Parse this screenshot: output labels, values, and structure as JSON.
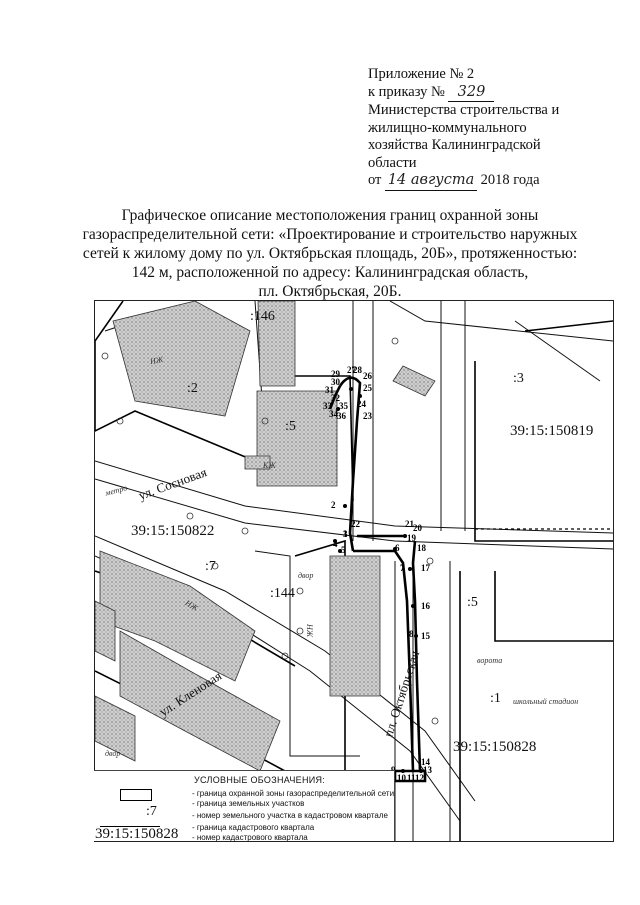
{
  "appendix": {
    "line1": "Приложение № 2",
    "line2_prefix": "к приказу №",
    "order_number": "329",
    "line3": "Министерства строительства и",
    "line4": "жилищно-коммунального",
    "line5": "хозяйства Калининградской",
    "line6": "области",
    "date_prefix": "от",
    "date_handwritten": "14 августа",
    "date_suffix": "2018 года"
  },
  "title": {
    "line1": "Графическое описание местоположения границ охранной зоны",
    "line2": "газораспределительной сети: «Проектирование и строительство наружных",
    "line3": "сетей к жилому дому по ул. Октябрьская площадь, 20Б», протяженностью:",
    "line4": "142 м, расположенной по адресу: Калининградская область,",
    "line5": "пл. Октябрьская, 20Б."
  },
  "map": {
    "parcels": [
      ":146",
      ":2",
      ":3",
      ":5",
      ":7",
      ":144",
      ":5",
      ":1"
    ],
    "quarters": [
      "39:15:150819",
      "39:15:150822",
      "39:15:150828"
    ],
    "streets": [
      "ул. Сосновая",
      "ул. Кленовая",
      "пл. Октябрьская"
    ],
    "annotations": [
      "НЖ",
      "КЖ",
      "НЖ",
      "НЖ",
      "двор",
      "ворота",
      "школьный стадион",
      "двор",
      "метро"
    ],
    "point_numbers": [
      "1",
      "2",
      "3",
      "4",
      "5",
      "6",
      "7",
      "8",
      "9",
      "10",
      "11",
      "12",
      "13",
      "14",
      "15",
      "16",
      "17",
      "18",
      "19",
      "20",
      "21",
      "22",
      "23",
      "24",
      "25",
      "26",
      "27",
      "28",
      "29",
      "30",
      "31",
      "32",
      "33",
      "34",
      "35",
      "36"
    ],
    "colors": {
      "line": "#111111",
      "hatch": "#9a9a9a",
      "boundary": "#000000"
    }
  },
  "legend": {
    "heading": "УСЛОВНЫЕ ОБОЗНАЧЕНИЯ:",
    "item1": "- граница охранной зоны газораспределительной сети",
    "item2": "- граница земельных участков",
    "item3": "- номер земельного участка в кадастровом квартале",
    "item4": "- граница кадастрового квартала",
    "item5": "- номер кадастрового квартала",
    "sample_parcel": ":7",
    "sample_quarter": "39:15:150828"
  }
}
